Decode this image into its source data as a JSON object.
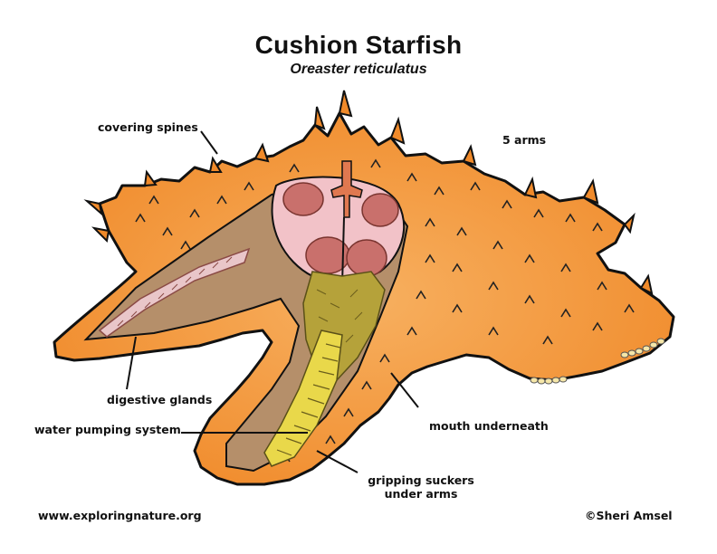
{
  "title": "Cushion Starfish",
  "subtitle": "Oreaster reticulatus",
  "labels": {
    "covering_spines": "covering spines",
    "five_arms": "5 arms",
    "digestive_glands": "digestive glands",
    "water_pumping_system": "water pumping system",
    "mouth_underneath": "mouth underneath",
    "gripping_suckers_line1": "gripping suckers",
    "gripping_suckers_line2": "under arms"
  },
  "footer": {
    "website": "www.exploringnature.org",
    "credit": "©Sheri Amsel"
  },
  "colors": {
    "body_orange": "#f08a2a",
    "body_light": "#f7b060",
    "stomach_pink": "#f2c2c8",
    "stomach_dark": "#c9706c",
    "gland_olive": "#b5a23a",
    "ampullae_yellow": "#e9d84a",
    "inner_tan": "#b58f6a",
    "outline": "#111111"
  }
}
